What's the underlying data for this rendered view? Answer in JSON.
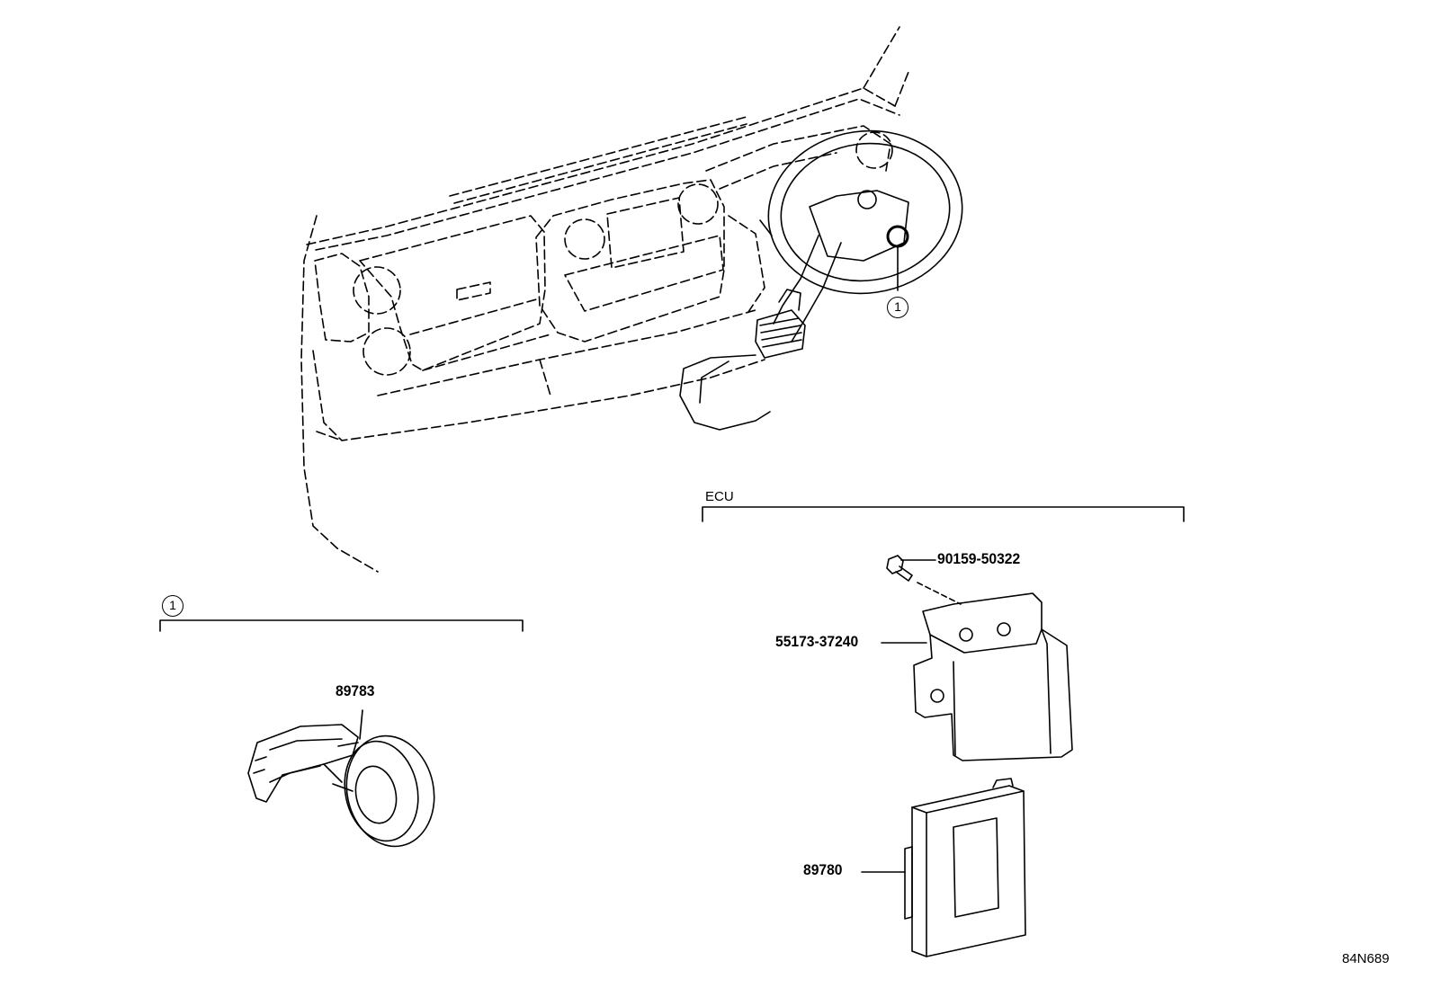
{
  "callout_ref": "1",
  "groups": {
    "ecu": {
      "label": "ECU"
    }
  },
  "parts": {
    "bolt": "90159-50322",
    "bracket": "55173-37240",
    "sensor": "89783",
    "ecu_unit": "89780"
  },
  "figure_code": "84N689"
}
